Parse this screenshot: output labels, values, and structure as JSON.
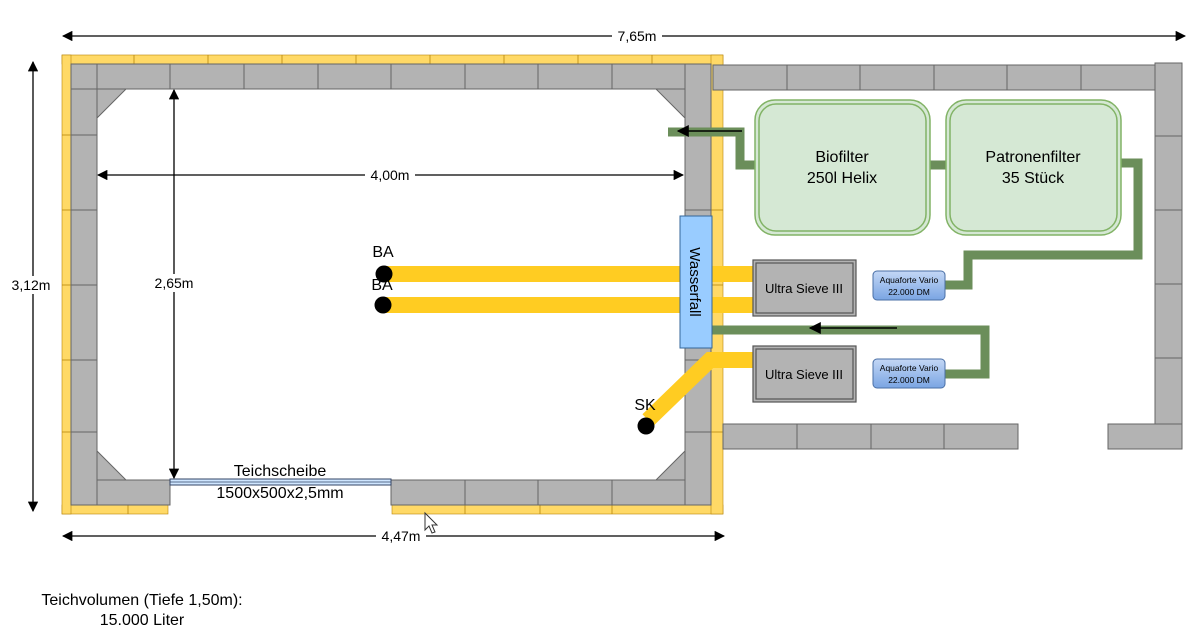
{
  "dimensions": {
    "total_width": "7,65m",
    "pond_outer_width": "4,47m",
    "pond_inner_width": "4,00m",
    "outer_height": "3,12m",
    "inner_height": "2,65m"
  },
  "pond": {
    "bottom_drain_1": "BA",
    "bottom_drain_2": "BA",
    "skimmer": "SK",
    "waterfall": "Wasserfall",
    "window_title": "Teichscheibe",
    "window_size": "1500x500x2,5mm"
  },
  "filters": {
    "biofilter_line1": "Biofilter",
    "biofilter_line2": "250l Helix",
    "cartridge_line1": "Patronenfilter",
    "cartridge_line2": "35 Stück",
    "sieve_1": "Ultra Sieve III",
    "sieve_2": "Ultra Sieve III",
    "pump_1_name": "Aquaforte Vario",
    "pump_1_price": "22.000 DM",
    "pump_2_name": "Aquaforte Vario",
    "pump_2_price": "22.000 DM"
  },
  "footer": {
    "volume_label": "Teichvolumen (Tiefe 1,50m):",
    "volume_value": "15.000 Liter"
  },
  "colors": {
    "stone": "#b3b3b3",
    "stone_stroke": "#666666",
    "liner": "#ffd966",
    "pipe_yellow": "#ffcc22",
    "pipe_green": "#6b8e5a",
    "filter_fill": "#d5e8d4",
    "filter_stroke": "#82b366",
    "waterfall_fill": "#99ccff",
    "pump_fill": "#8fb4ea"
  }
}
